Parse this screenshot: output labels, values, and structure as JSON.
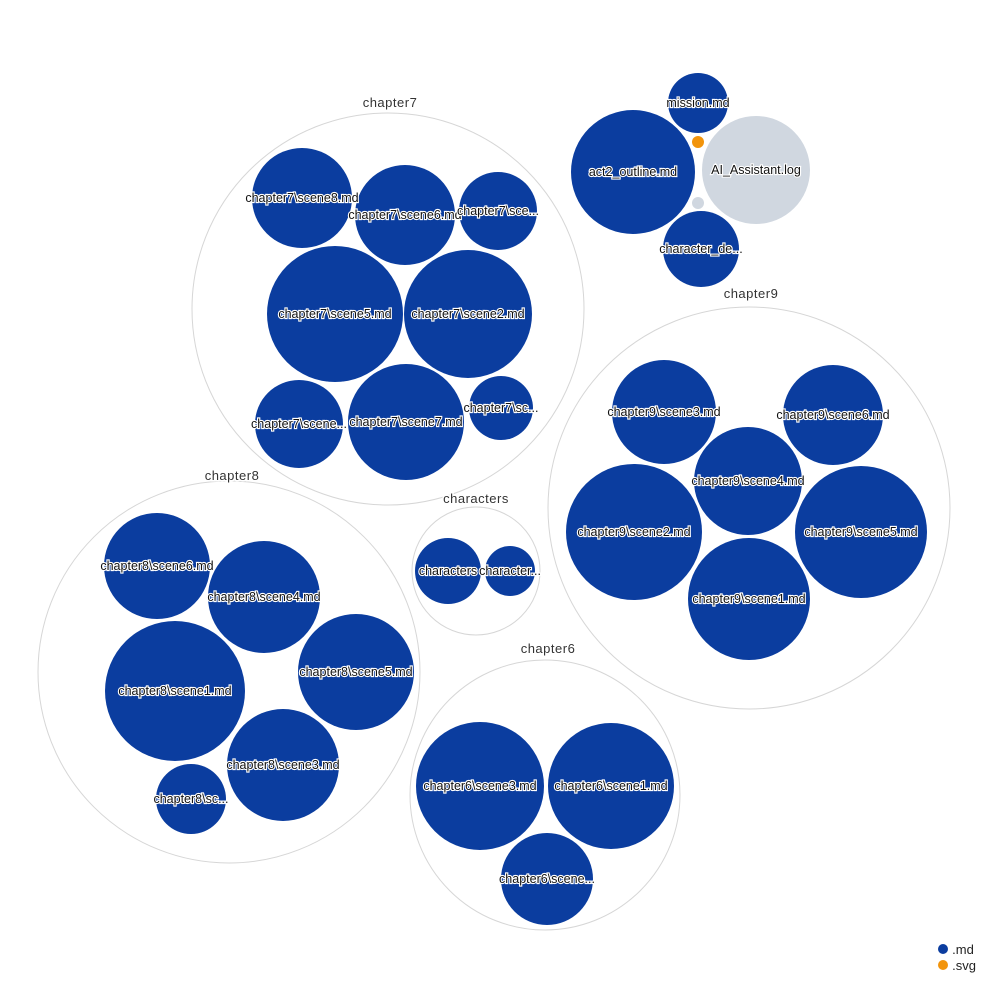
{
  "colors": {
    "md": "#0b3d9f",
    "svg": "#f2940c",
    "other": "#d0d7e0",
    "group_outline": "#d6d6d6"
  },
  "legend": [
    {
      "label": ".md",
      "color": "#0b3d9f"
    },
    {
      "label": ".svg",
      "color": "#f2940c"
    }
  ],
  "root": {
    "files": [
      {
        "label": "mission.md",
        "type": "md"
      },
      {
        "label": "act2_outline.md",
        "type": "md"
      },
      {
        "label": "AI_Assistant.log",
        "type": "other"
      },
      {
        "label": "character_de...",
        "type": "md"
      },
      {
        "label": "",
        "type": "svg"
      },
      {
        "label": "",
        "type": "other"
      }
    ]
  },
  "groups": [
    {
      "name": "chapter7",
      "files": [
        {
          "label": "chapter7\\scene8.md",
          "type": "md"
        },
        {
          "label": "chapter7\\scene6.md",
          "type": "md"
        },
        {
          "label": "chapter7\\sce...",
          "type": "md"
        },
        {
          "label": "chapter7\\scene5.md",
          "type": "md"
        },
        {
          "label": "chapter7\\scene2.md",
          "type": "md"
        },
        {
          "label": "chapter7\\scene...",
          "type": "md"
        },
        {
          "label": "chapter7\\scene7.md",
          "type": "md"
        },
        {
          "label": "chapter7\\sc...",
          "type": "md"
        }
      ]
    },
    {
      "name": "chapter9",
      "files": [
        {
          "label": "chapter9\\scene3.md",
          "type": "md"
        },
        {
          "label": "chapter9\\scene6.md",
          "type": "md"
        },
        {
          "label": "chapter9\\scene4.md",
          "type": "md"
        },
        {
          "label": "chapter9\\scene2.md",
          "type": "md"
        },
        {
          "label": "chapter9\\scene5.md",
          "type": "md"
        },
        {
          "label": "chapter9\\scene1.md",
          "type": "md"
        }
      ]
    },
    {
      "name": "chapter8",
      "files": [
        {
          "label": "chapter8\\scene6.md",
          "type": "md"
        },
        {
          "label": "chapter8\\scene4.md",
          "type": "md"
        },
        {
          "label": "chapter8\\scene1.md",
          "type": "md"
        },
        {
          "label": "chapter8\\scene5.md",
          "type": "md"
        },
        {
          "label": "chapter8\\scene3.md",
          "type": "md"
        },
        {
          "label": "chapter8\\sc...",
          "type": "md"
        }
      ]
    },
    {
      "name": "characters",
      "files": [
        {
          "label": "characters",
          "type": "md"
        },
        {
          "label": "character...",
          "type": "md"
        }
      ]
    },
    {
      "name": "chapter6",
      "files": [
        {
          "label": "chapter6\\scene3.md",
          "type": "md"
        },
        {
          "label": "chapter6\\scene1.md",
          "type": "md"
        },
        {
          "label": "chapter6\\scene...",
          "type": "md"
        }
      ]
    }
  ]
}
